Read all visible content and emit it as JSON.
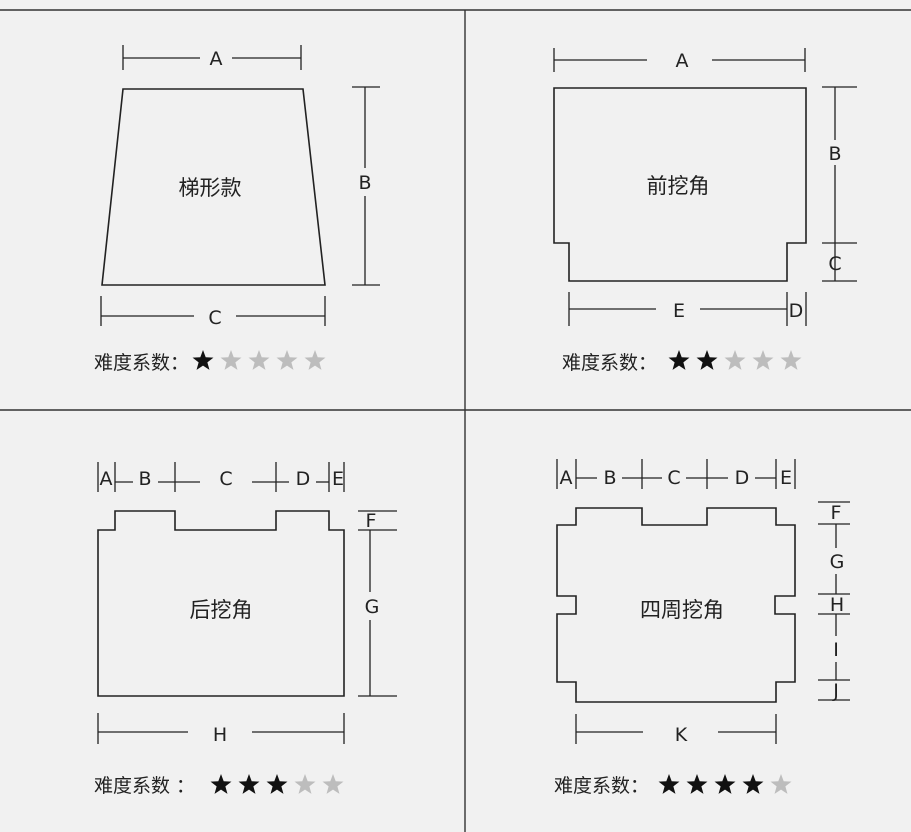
{
  "panels": [
    {
      "name": "梯形款",
      "difficulty_label": "难度系数：",
      "stars_filled": 1,
      "stars_total": 5,
      "dims": {
        "A": "A",
        "B": "B",
        "C": "C"
      }
    },
    {
      "name": "前挖角",
      "difficulty_label": "难度系数：",
      "stars_filled": 2,
      "stars_total": 5,
      "dims": {
        "A": "A",
        "B": "B",
        "C": "C",
        "D": "D",
        "E": "E"
      }
    },
    {
      "name": "后挖角",
      "difficulty_label": "难度系数 ：",
      "stars_filled": 3,
      "stars_total": 5,
      "dims": {
        "A": "A",
        "B": "B",
        "C": "C",
        "D": "D",
        "E": "E",
        "F": "F",
        "G": "G",
        "H": "H"
      }
    },
    {
      "name": "四周挖角",
      "difficulty_label": "难度系数：",
      "stars_filled": 4,
      "stars_total": 5,
      "dims": {
        "A": "A",
        "B": "B",
        "C": "C",
        "D": "D",
        "E": "E",
        "F": "F",
        "G": "G",
        "H": "H",
        "I": "I",
        "J": "J",
        "K": "K"
      }
    }
  ],
  "colors": {
    "star_filled": "#111111",
    "star_empty": "#bdbdbd",
    "line": "#222222",
    "background": "#f1f1f1"
  }
}
